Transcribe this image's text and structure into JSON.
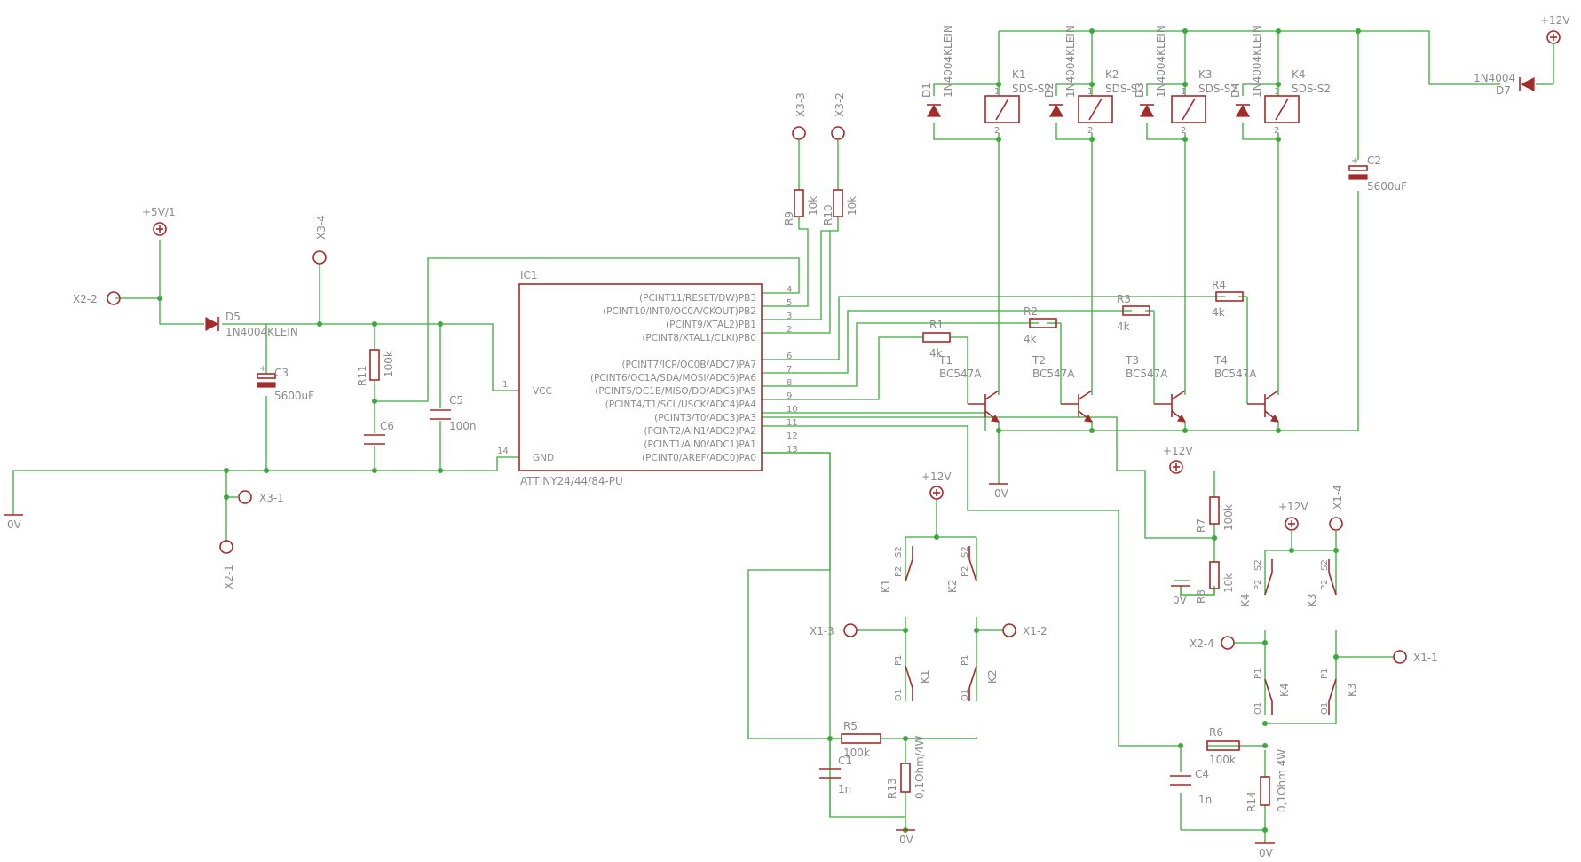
{
  "ic": {
    "name": "IC1",
    "part": "ATTINY24/44/84-PU",
    "left_pins": [
      {
        "num": "1",
        "name": "VCC"
      },
      {
        "num": "14",
        "name": "GND"
      }
    ],
    "right_pins": [
      {
        "num": "4",
        "name": "(PCINT11/RESET/DW)PB3"
      },
      {
        "num": "5",
        "name": "(PCINT10/INT0/OC0A/CKOUT)PB2"
      },
      {
        "num": "3",
        "name": "(PCINT9/XTAL2)PB1"
      },
      {
        "num": "2",
        "name": "(PCINT8/XTAL1/CLKI)PB0"
      },
      {
        "num": "6",
        "name": "(PCINT7/ICP/OC0B/ADC7)PA7"
      },
      {
        "num": "7",
        "name": "(PCINT6/OC1A/SDA/MOSI/ADC6)PA6"
      },
      {
        "num": "8",
        "name": "(PCINT5/OC1B/MISO/DO/ADC5)PA5"
      },
      {
        "num": "9",
        "name": "(PCINT4/T1/SCL/USCK/ADC4)PA4"
      },
      {
        "num": "10",
        "name": "(PCINT3/T0/ADC3)PA3"
      },
      {
        "num": "11",
        "name": "(PCINT2/AIN1/ADC2)PA2"
      },
      {
        "num": "12",
        "name": "(PCINT1/AIN0/ADC1)PA1"
      },
      {
        "num": "13",
        "name": "(PCINT0/AREF/ADC0)PA0"
      }
    ]
  },
  "connectors": {
    "x2_2": "X2-2",
    "x2_1": "X2-1",
    "x3_1": "X3-1",
    "x3_4": "X3-4",
    "x3_3": "X3-3",
    "x3_2": "X3-2",
    "x1_3": "X1-3",
    "x1_2": "X1-2",
    "x2_4": "X2-4",
    "x1_1": "X1-1",
    "x1_4": "X1-4"
  },
  "supplies": {
    "v5": "+5V/1",
    "v12": "+12V",
    "gnd": "0V"
  },
  "relays": [
    {
      "ref": "K1",
      "part": "SDS-S2",
      "pin1": "1",
      "pin2": "2"
    },
    {
      "ref": "K2",
      "part": "SDS-S2",
      "pin1": "1",
      "pin2": "2"
    },
    {
      "ref": "K3",
      "part": "SDS-S2",
      "pin1": "1",
      "pin2": "2"
    },
    {
      "ref": "K4",
      "part": "SDS-S2",
      "pin1": "1",
      "pin2": "2"
    }
  ],
  "flyback_diodes": [
    {
      "ref": "D1",
      "part": "1N4004KLEIN"
    },
    {
      "ref": "D2",
      "part": "1N4004KLEIN"
    },
    {
      "ref": "D3",
      "part": "1N4004KLEIN"
    },
    {
      "ref": "D4",
      "part": "1N4004KLEIN"
    }
  ],
  "transistors": [
    {
      "ref": "T1",
      "part": "BC547A"
    },
    {
      "ref": "T2",
      "part": "BC547A"
    },
    {
      "ref": "T3",
      "part": "BC547A"
    },
    {
      "ref": "T4",
      "part": "BC547A"
    }
  ],
  "base_resistors": [
    {
      "ref": "R1",
      "value": "4k"
    },
    {
      "ref": "R2",
      "value": "4k"
    },
    {
      "ref": "R3",
      "value": "4k"
    },
    {
      "ref": "R4",
      "value": "4k"
    }
  ],
  "parts": {
    "d5": {
      "ref": "D5",
      "part": "1N4004KLEIN"
    },
    "d7": {
      "ref": "D7",
      "part": "1N4004"
    },
    "c2": {
      "ref": "C2",
      "value": "5600uF"
    },
    "c3": {
      "ref": "C3",
      "value": "5600uF"
    },
    "c5": {
      "ref": "C5",
      "value": "100n"
    },
    "c6": {
      "ref": "C6"
    },
    "r11": {
      "ref": "R11",
      "value": "100k"
    },
    "r9": {
      "ref": "R9",
      "value": "10k"
    },
    "r10": {
      "ref": "R10",
      "value": "10k"
    },
    "r7": {
      "ref": "R7",
      "value": "100k"
    },
    "r8": {
      "ref": "R8",
      "value": "10k"
    },
    "r5": {
      "ref": "R5",
      "value": "100k"
    },
    "r6": {
      "ref": "R6",
      "value": "100k"
    },
    "c1": {
      "ref": "C1",
      "value": "1n"
    },
    "c4": {
      "ref": "C4",
      "value": "1n"
    },
    "r13": {
      "ref": "R13",
      "value": "0,1Ohm/4W"
    },
    "r14": {
      "ref": "R14",
      "value": "0,1Ohm 4W"
    }
  },
  "contacts": {
    "k1": "K1",
    "k2": "K2",
    "k3": "K3",
    "k4": "K4",
    "s2": "S2",
    "p2": "P2",
    "p1": "P1",
    "o1": "O1"
  }
}
